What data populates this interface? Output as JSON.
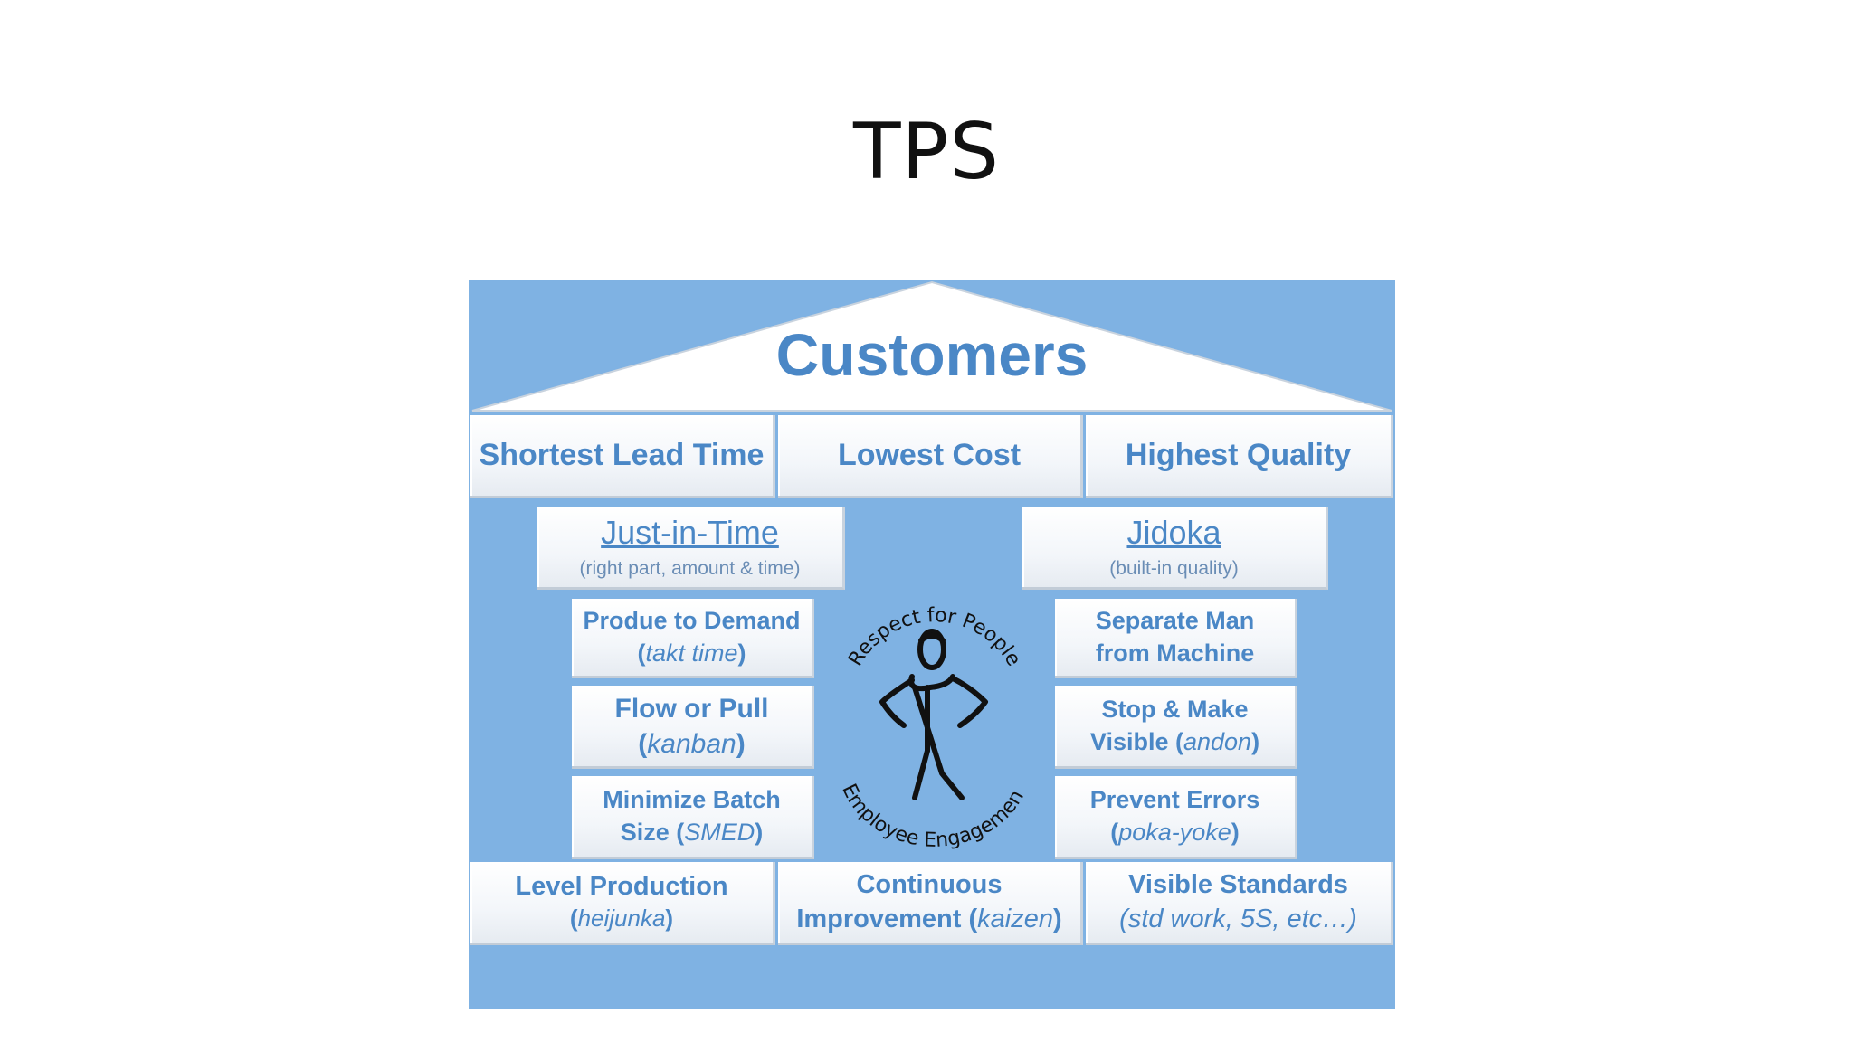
{
  "title": "TPS",
  "roof": {
    "label": "Customers"
  },
  "goals": [
    "Shortest Lead Time",
    "Lowest Cost",
    "Highest Quality"
  ],
  "left_pillar": {
    "title": "Just-in-Time",
    "subtitle": "(right part, amount & time)",
    "items": [
      {
        "line1": "Produe to Demand",
        "line2_pre": "(",
        "line2_em": "takt time",
        "line2_post": ")"
      },
      {
        "line1": "Flow or Pull",
        "line2_pre": "(",
        "line2_em": "kanban",
        "line2_post": ")"
      },
      {
        "line1": "Minimize Batch",
        "line2_pre": "Size (",
        "line2_em": "SMED",
        "line2_post": ")"
      }
    ]
  },
  "right_pillar": {
    "title": "Jidoka",
    "subtitle": "(built-in quality)",
    "items": [
      {
        "line1": "Separate Man",
        "line2_pre": "from Machine",
        "line2_em": "",
        "line2_post": ""
      },
      {
        "line1": "Stop & Make",
        "line2_pre": "Visible (",
        "line2_em": "andon",
        "line2_post": ")"
      },
      {
        "line1": "Prevent Errors",
        "line2_pre": "(",
        "line2_em": "poka-yoke",
        "line2_post": ")"
      }
    ]
  },
  "center": {
    "top_arc": "Respect for People",
    "bottom_arc": "Employee Engagement",
    "icon": "stick-figure-icon"
  },
  "foundation": [
    {
      "line1": "Level Production",
      "line2_pre": "(",
      "line2_em": "heijunka",
      "line2_post": ")"
    },
    {
      "line1": "Continuous",
      "line2_pre": "Improvement (",
      "line2_em": "kaizen",
      "line2_post": ")"
    },
    {
      "line1": "Visible Standards",
      "line2_pre": "",
      "line2_em": "(std work, 5S, etc…)",
      "line2_post": ""
    }
  ],
  "colors": {
    "house_bg": "#7fb2e3",
    "text_blue": "#4a87c6",
    "box_white": "#ffffff"
  }
}
